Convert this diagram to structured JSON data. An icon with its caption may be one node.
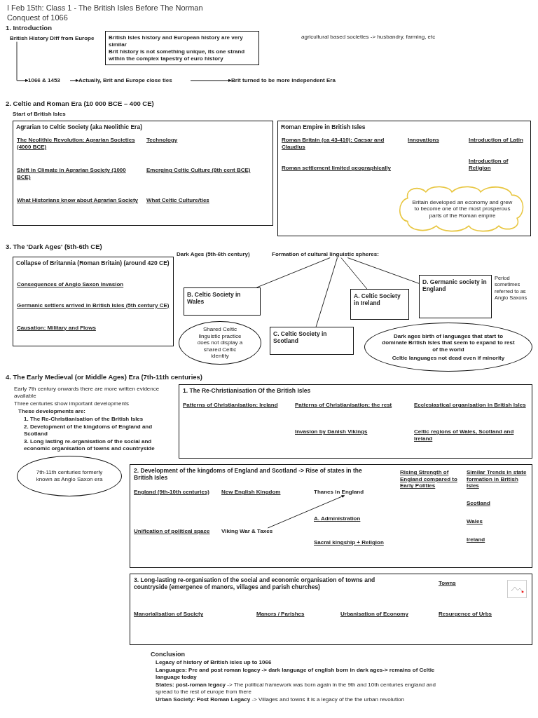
{
  "diagram": {
    "title": "I Feb 15th: Class 1 - The British Isles Before The Norman Conquest of 1066",
    "nodes": [
      {
        "text": [
          "British History Diff from Europe"
        ]
      },
      {
        "text": [
          "British Isles history and European history are very similar",
          "Brit history is not something unique, its one strand within the complex tapestry of euro history"
        ]
      },
      {
        "text": [
          "1066 & 1453"
        ]
      },
      {
        "text": [
          "Actually, Brit and Europe close ties"
        ]
      },
      {
        "text": [
          "Brit turned to be more independent Era"
        ]
      },
      {
        "text": [
          "Start of British Isles"
        ]
      },
      {
        "text": [
          "Agrarian to Celtic Society (aka Neolithic Era)",
          "The Neolithic Revolution: Agrarian Societies (4000 BCE)",
          "Shift in Climate in Agrarian Society (1000 BCE)",
          "What Historians know about Agrarian Society",
          "Technology",
          "Emerging Celtic Culture (8th cent BCE)",
          "What Celtic Culture/ties"
        ]
      },
      {
        "text": [
          "Roman Empire in British Isles",
          "Roman Britain (ca 43-410): Caesar and Claudius",
          "Roman settlement limited geographically",
          "Innovations",
          "Introduction of Latin",
          "Introduction of Religion"
        ]
      },
      {
        "text": [
          "Britain developed an economy and grew to become one of the most prosperous parts of the Roman empire"
        ],
        "in": 7
      },
      {
        "text": [
          "Collapse of Britannia (Roman Britain) (around 420 CE)",
          "Consequences of Anglo Saxon Invasion",
          "Germanic settlers arrived in British Isles (5th century CE)",
          "Causation: Military and Flows"
        ]
      },
      {
        "text": [
          "Dark Ages (5th-6th century)"
        ]
      },
      {
        "text": [
          "Formation of cultural linguistic spheres:"
        ]
      },
      {
        "text": [
          "A. Celtic Society in Ireland"
        ]
      },
      {
        "text": [
          "B. Celtic Society in Wales"
        ]
      },
      {
        "text": [
          "C. Celtic Society in Scotland"
        ]
      },
      {
        "text": [
          "D. Germanic society in England"
        ]
      },
      {
        "text": [
          "Shared Celtic linguistic practice does not display a shared Celtic identity"
        ]
      },
      {
        "text": [
          "Dark ages birth of languages that start to dominate British Isles that seem to expand to rest of the world",
          "Celtic languages not dead even if minority"
        ]
      },
      {
        "text": [
          "7th-11th centuries formerly known as Anglo Saxon era"
        ]
      },
      {
        "text": [
          "1. The Re-Christianisation Of the British Isles",
          "Patterns of Christianisation: Ireland",
          "Patterns of Christianisation: the rest",
          "Ecclesiastical organisation in British Isles",
          "Invasion by Danish Vikings",
          "Celtic regions of Wales, Scotland and Ireland"
        ]
      },
      {
        "text": [
          "2. Development of the kingdoms of England and Scotland -> Rise of states in the British Isles",
          "England (9th-10th centuries)",
          "New English Kingdom",
          "Unification of political space",
          "A. Administration",
          "Sacral kingship + Religion",
          "Rising Strength of England compared to Early Polities",
          "Similar Trends in state formation in British Isles",
          "Scotland",
          "Wales",
          "Ireland"
        ]
      },
      {
        "text": [
          "Viking War & Taxes"
        ],
        "in": 20
      },
      {
        "text": [
          "Thanes in England"
        ],
        "in": 20
      },
      {
        "text": [
          "3. Long-lasting re-organisation of the social and economic organisation of towns and countryside (emergence of manors, villages and parish churches)",
          "Manorialisation of Society",
          "Manors / Parishes",
          "Urbanisation of Economy",
          "Towns",
          "Resurgence of Urbs"
        ]
      },
      {
        "text": [],
        "shape": "picture",
        "in": 23
      }
    ],
    "edges": [
      {
        "from": 0,
        "to": 2,
        "arrow": "to"
      },
      {
        "from": 2,
        "to": 3,
        "arrow": "to"
      },
      {
        "from": 3,
        "to": 4,
        "arrow": "to"
      },
      {
        "from": 11,
        "to": 12,
        "arrow": "none"
      },
      {
        "from": 11,
        "to": 13,
        "arrow": "none"
      },
      {
        "from": 11,
        "to": 14,
        "arrow": "none"
      },
      {
        "from": 11,
        "to": 15,
        "arrow": "none"
      },
      {
        "from": 21,
        "to": 22,
        "arrow": "to"
      }
    ],
    "labels": [
      "1. Introduction",
      "agricultural based societies -> husbandry, farming, etc",
      "2. Celtic and Roman Era (10 000 BCE – 400 CE)",
      "3. The 'Dark Ages' (5th-6th CE)",
      "Period sometimes referred to as Anglo Saxons",
      "4. The Early Medieval (or Middle Ages) Era (7th-11th centuries)",
      "Early 7th century onwards there are more written evidence available",
      "Three centuries show important developments",
      "These developments are:",
      "1. The Re-Christianisation of the British Isles",
      "2. Development of the kingdoms of England and Scotland",
      "3. Long lasting re-organisation of the social and economic organisation of towns and countryside",
      "Conclusion",
      "**Legacy of history of British isles up to 1066**",
      "**Languages: Pre and post roman legacy -> dark language of english born in dark ages-> remains of Celtic language today**",
      "**States: post-roman legacy** -> The political framework was born again in the 9th and 10th centuries england and spread to the rest of europe from there",
      "**Urban Society: Post Roman Legacy** -> Villages and towns it is a legacy of the the urban revolution"
    ]
  }
}
